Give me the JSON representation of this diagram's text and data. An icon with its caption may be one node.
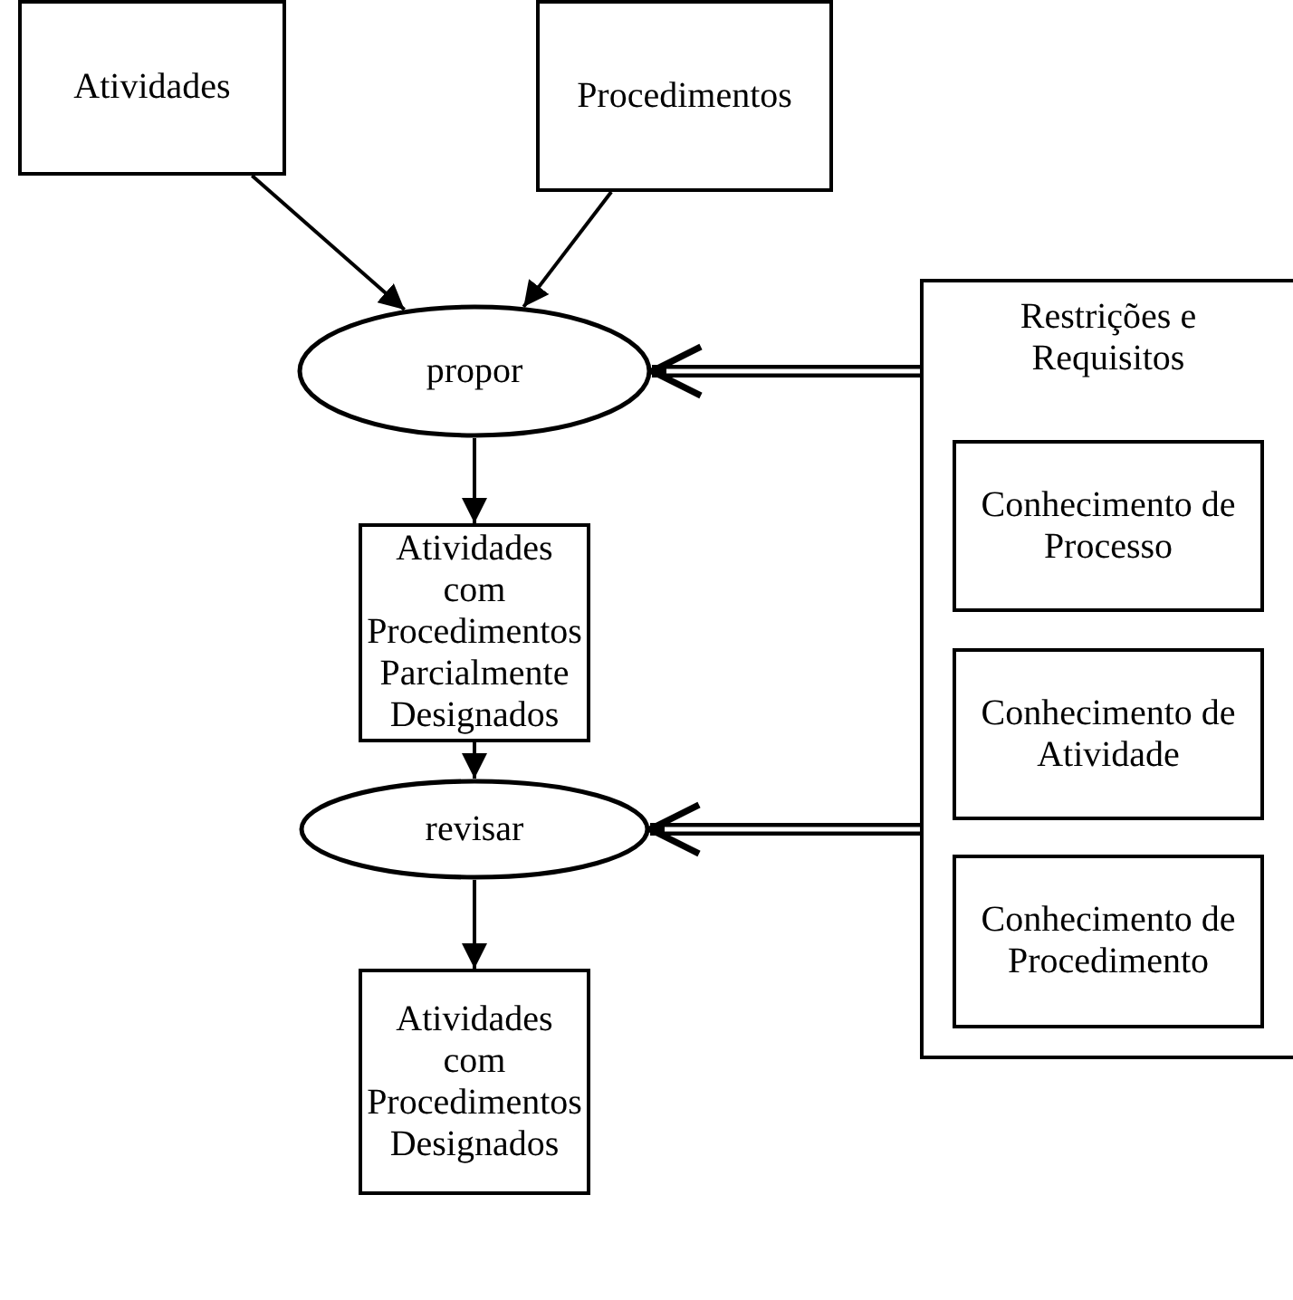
{
  "diagram": {
    "nodes": [
      {
        "text": [
          "Atividades"
        ]
      },
      {
        "text": [
          "Procedimentos"
        ]
      },
      {
        "text": [
          "propor"
        ]
      },
      {
        "text": [
          "Atividades com Procedimentos Parcialmente Designados"
        ]
      },
      {
        "text": [
          "revisar"
        ]
      },
      {
        "text": [
          "Atividades com Procedimentos Designados"
        ]
      },
      {
        "text": [
          "Restrições e Requisitos"
        ]
      },
      {
        "text": [
          "Conhecimento de Processo"
        ],
        "in": 6
      },
      {
        "text": [
          "Conhecimento de Atividade"
        ],
        "in": 6
      },
      {
        "text": [
          "Conhecimento de Procedimento"
        ],
        "in": 6
      }
    ],
    "edges": [
      {
        "from": 0,
        "to": 2,
        "arrow": "to"
      },
      {
        "from": 1,
        "to": 2,
        "arrow": "to"
      },
      {
        "from": 2,
        "to": 3,
        "arrow": "to"
      },
      {
        "from": 3,
        "to": 4,
        "arrow": "to"
      },
      {
        "from": 4,
        "to": 5,
        "arrow": "to"
      },
      {
        "from": 6,
        "to": 2,
        "arrow": "to",
        "style": "thick"
      },
      {
        "from": 6,
        "to": 4,
        "arrow": "to",
        "style": "thick"
      }
    ]
  }
}
